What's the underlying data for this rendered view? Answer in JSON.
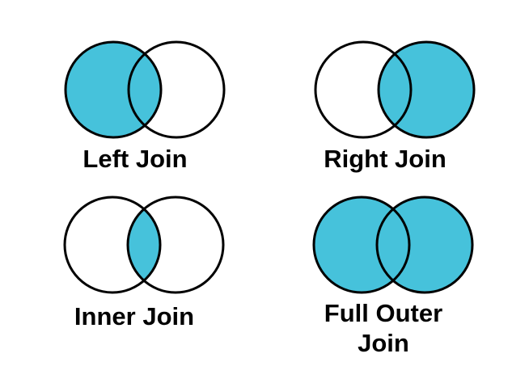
{
  "colors": {
    "fill": "#46C2DB",
    "stroke": "#000000",
    "text": "#000000",
    "background": "#FFFFFF"
  },
  "diagrams": [
    {
      "label": "Left Join",
      "left_circle_filled": true,
      "right_circle_filled": false,
      "intersection_filled": true
    },
    {
      "label": "Right Join",
      "left_circle_filled": false,
      "right_circle_filled": true,
      "intersection_filled": true
    },
    {
      "label": "Inner Join",
      "left_circle_filled": false,
      "right_circle_filled": false,
      "intersection_filled": true
    },
    {
      "label": "Full Outer Join",
      "left_circle_filled": true,
      "right_circle_filled": true,
      "intersection_filled": true
    }
  ]
}
